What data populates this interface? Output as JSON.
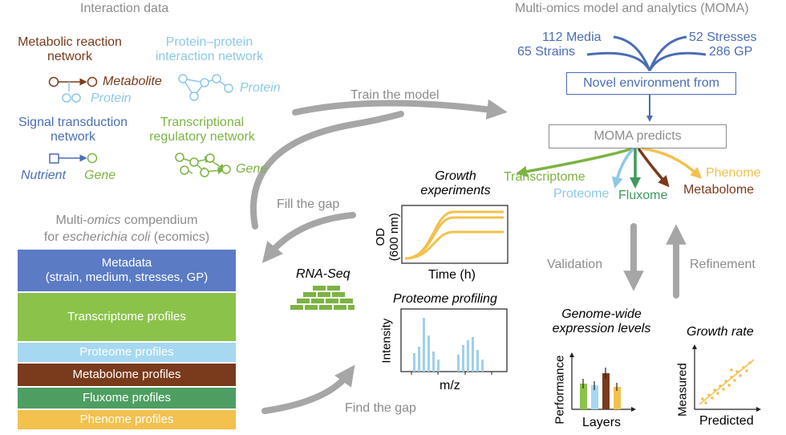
{
  "colors": {
    "gray_arrow": "#a6a6a6",
    "brown": "#7a3a1c",
    "light_blue": "#8cc8e8",
    "blue": "#4a6db4",
    "green": "#7cb342",
    "dark_green": "#3f9a5c",
    "yellow": "#f2c14e",
    "metadata": "#5b7bc4",
    "transcriptome": "#8bc34a",
    "proteome": "#a6d8f2",
    "metabolome": "#7a3a1c",
    "fluxome": "#4e9e62",
    "phenome": "#f2c14e"
  },
  "left_title": "Interaction data",
  "right_title": "Multi-omics model and analytics (MOMA)",
  "networks": {
    "metabolic": "Metabolic reaction\nnetwork",
    "metabolite": "Metabolite",
    "protein_a": "Protein",
    "ppi": "Protein–protein\ninteraction network",
    "protein_b": "Protein",
    "signal": "Signal transduction\nnetwork",
    "nutrient": "Nutrient",
    "gene_a": "Gene",
    "transcriptional": "Transcriptional\nregulatory network",
    "gene_b": "Gene"
  },
  "compendium": {
    "title_1": "Multi-",
    "title_1_italic": "omics",
    "title_1_end": " compendium",
    "title_2": "for ",
    "title_2_italic": "escherichia coli",
    "title_2_end": " (ecomics)",
    "layers": [
      "Metadata\n(strain, medium, stresses, GP)",
      "Transcriptome profiles",
      "Proteome profiles",
      "Metabolome profiles",
      "Fluxome profiles",
      "Phenome profiles"
    ]
  },
  "flow": {
    "train": "Train the model",
    "fill": "Fill the gap",
    "find": "Find the gap",
    "validation": "Validation",
    "refinement": "Refinement"
  },
  "moma": {
    "media": "112 Media",
    "strains": "65 Strains",
    "stresses": "52 Stresses",
    "gp": "286 GP",
    "env_box": "Novel environment from",
    "predicts_box": "MOMA predicts",
    "outputs": {
      "transcriptome": "Transcriptome",
      "proteome": "Proteome",
      "fluxome": "Fluxome",
      "metabolome": "Metabolome",
      "phenome": "Phenome"
    }
  },
  "growth": {
    "title": "Growth\nexperiments",
    "ylabel": "OD\n(600 nm)",
    "xlabel": "Time (h)"
  },
  "rnaseq": {
    "title": "RNA-Seq"
  },
  "proteome_plot": {
    "title": "Proteome profiling",
    "ylabel": "Intensity",
    "xlabel": "m/z"
  },
  "genome_plot": {
    "title": "Genome-wide\nexpression levels",
    "ylabel": "Performance",
    "xlabel": "Layers"
  },
  "growth_rate_plot": {
    "title": "Growth rate",
    "ylabel": "Measured",
    "xlabel": "Predicted"
  }
}
